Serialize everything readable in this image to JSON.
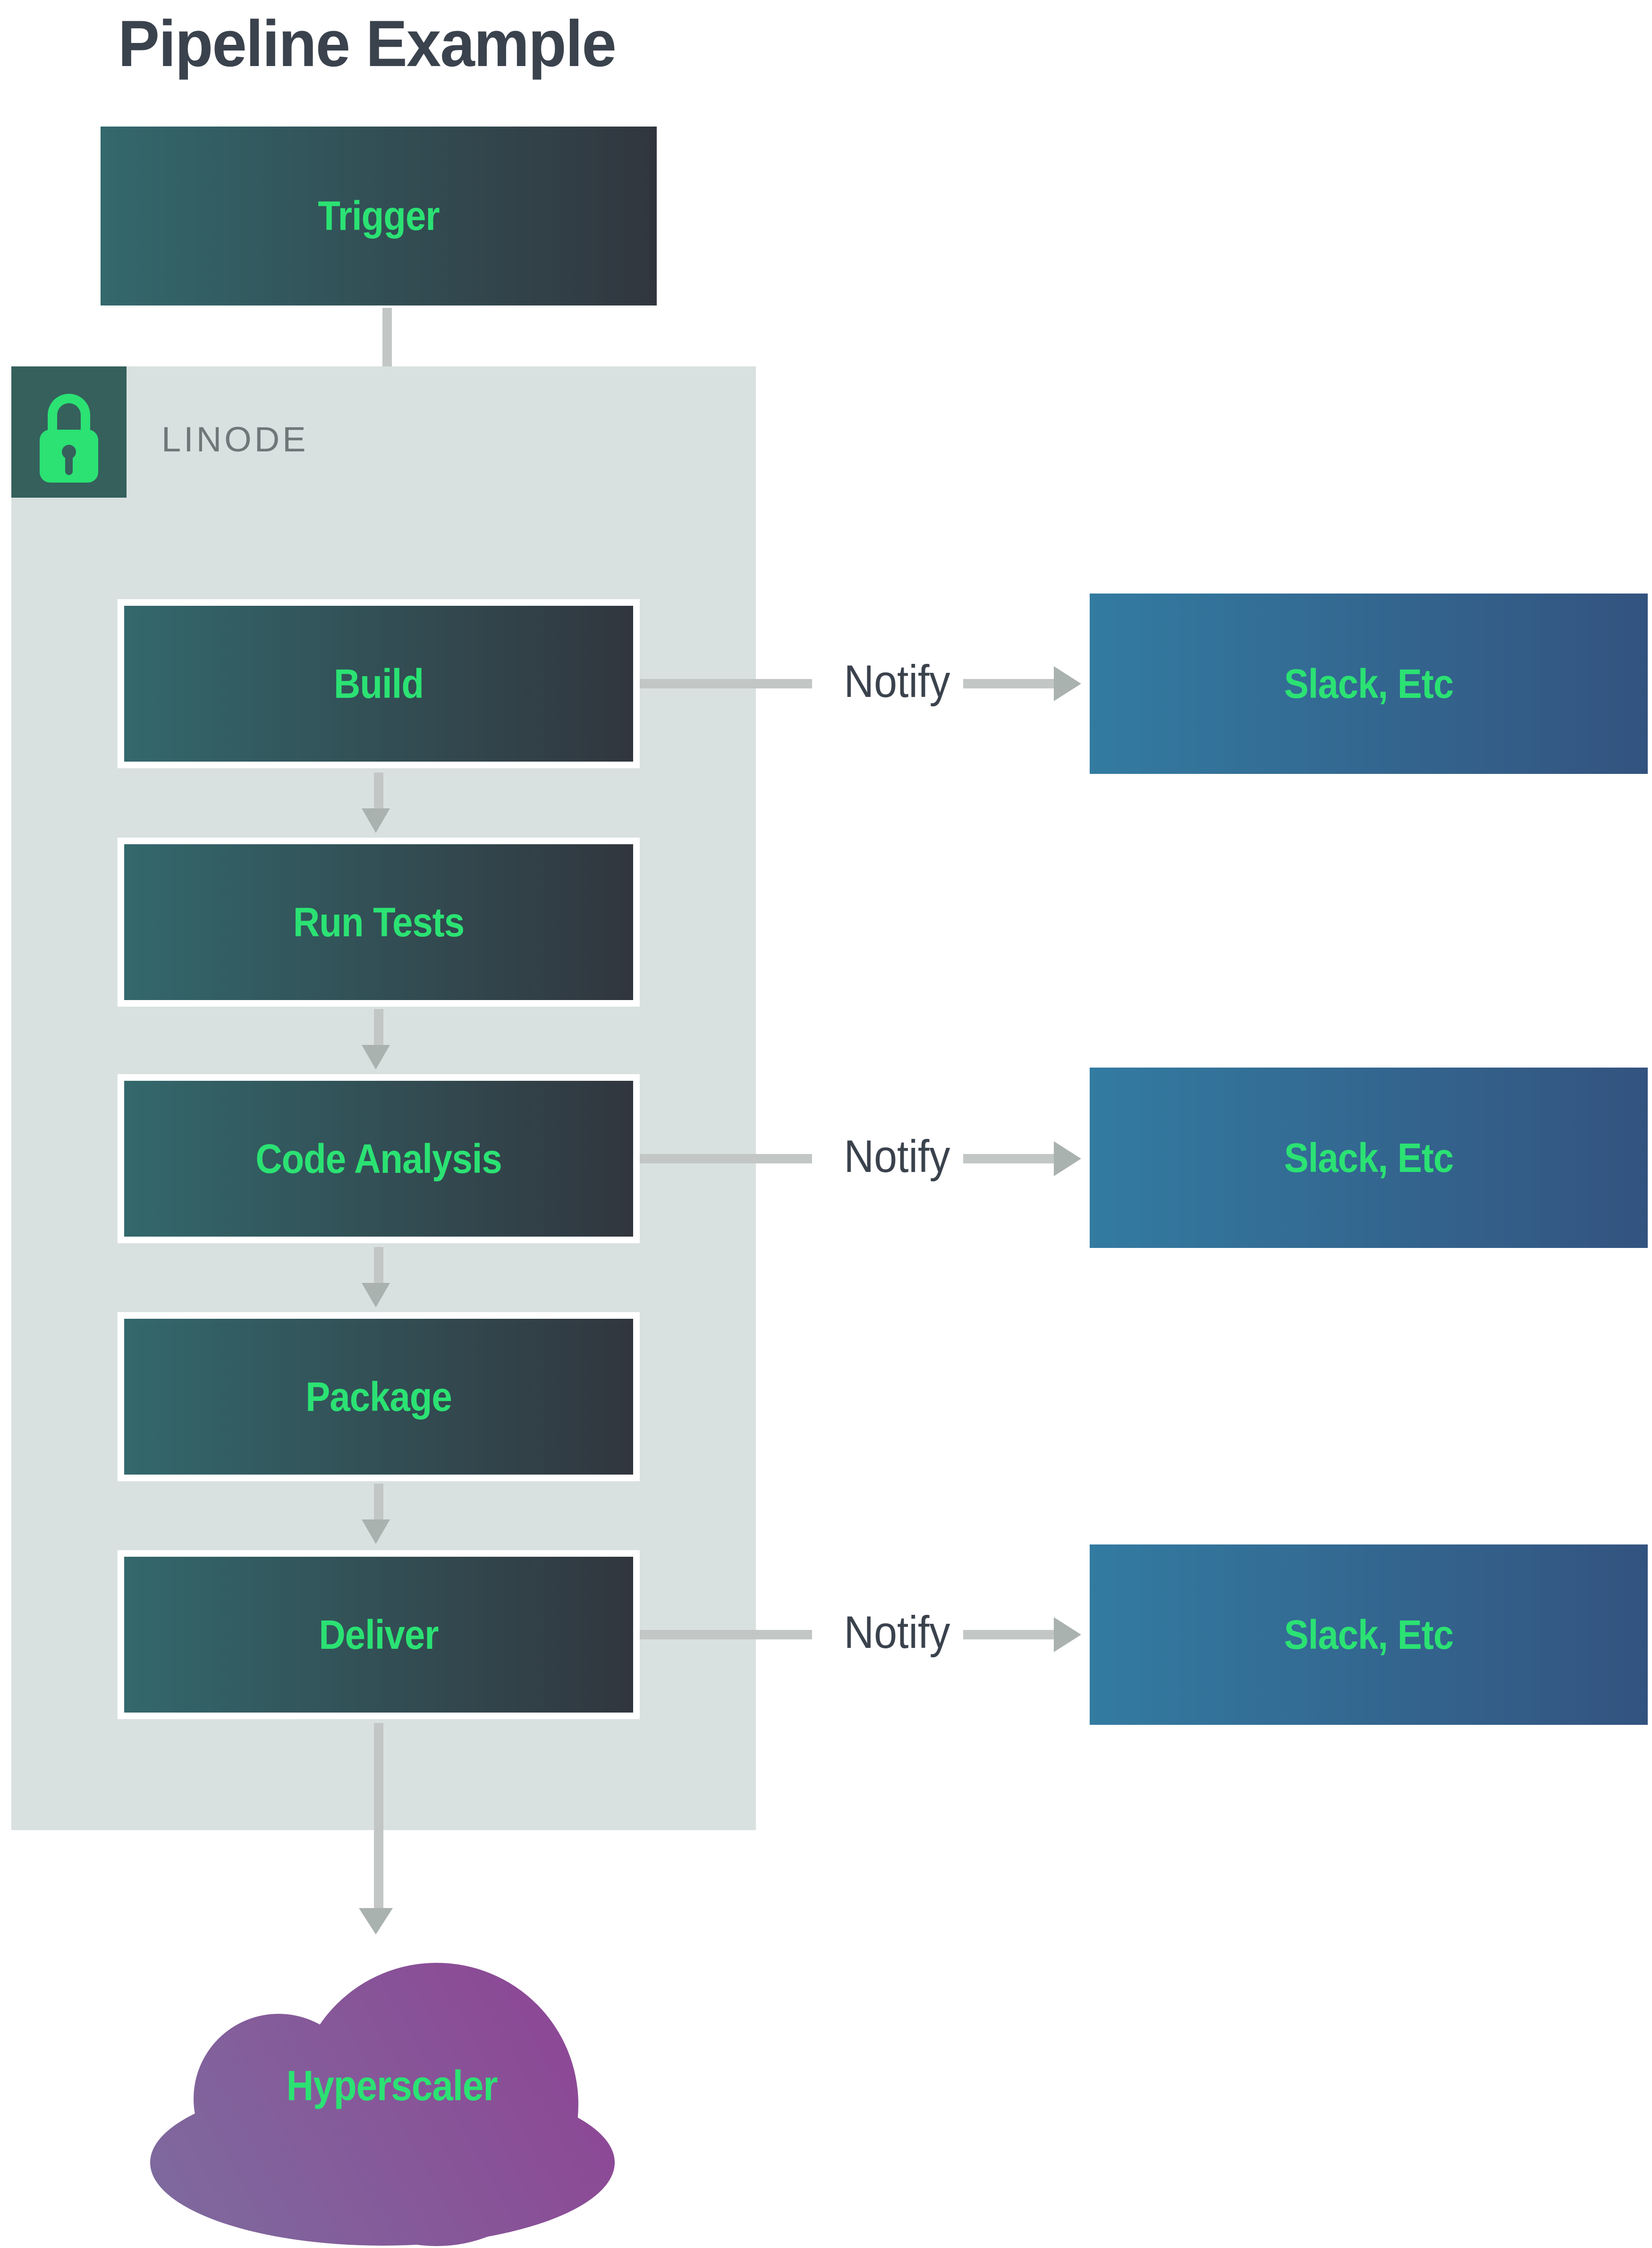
{
  "page": {
    "title": "Pipeline Example"
  },
  "pipeline": {
    "trigger": {
      "label": "Trigger"
    },
    "platform": {
      "name": "LINODE",
      "icon": "lock"
    },
    "stages": [
      {
        "label": "Build",
        "notify": true
      },
      {
        "label": "Run Tests",
        "notify": false
      },
      {
        "label": "Code Analysis",
        "notify": true
      },
      {
        "label": "Package",
        "notify": false
      },
      {
        "label": "Deliver",
        "notify": true
      }
    ],
    "notify": {
      "label": "Notify",
      "target_label": "Slack, Etc"
    },
    "destination": {
      "label": "Hyperscaler",
      "shape": "cloud"
    }
  },
  "colors": {
    "green": "#2be273",
    "dark-text": "#3a424d",
    "muted-text": "#6e7879",
    "container-bg": "#d9e1e0",
    "tile-bg": "#35605c",
    "stage-grad-a": "#33686c",
    "stage-grad-b": "#31363e",
    "slack-grad-a": "#337ba1",
    "slack-grad-b": "#33537f",
    "arrow": "#c2c7c6",
    "arrow-head": "#aab2b0",
    "cloud-grad-a": "#7d6c9e",
    "cloud-grad-b": "#8f4394"
  }
}
